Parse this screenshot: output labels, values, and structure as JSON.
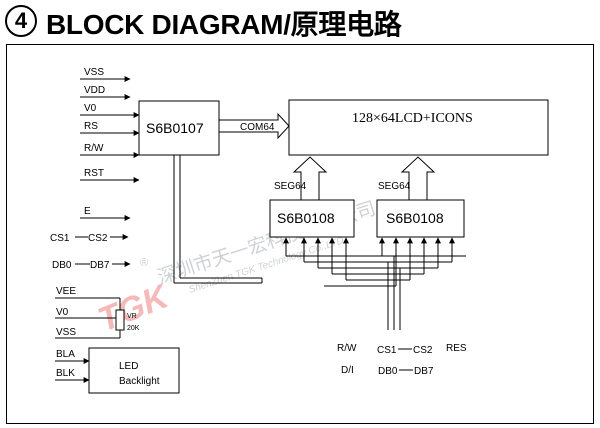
{
  "header": {
    "number": "4",
    "title": "BLOCK DIAGRAM/原理电路"
  },
  "signals": {
    "vss": "VSS",
    "vdd": "VDD",
    "v0": "V0",
    "rs": "RS",
    "rw": "R/W",
    "rst": "RST",
    "e": "E",
    "cs1": "CS1",
    "cs2": "CS2",
    "db0": "DB0",
    "db7": "DB7"
  },
  "power": {
    "vee": "VEE",
    "v0": "V0",
    "vss": "VSS",
    "vr": "VR",
    "vr_value": "20K"
  },
  "backlight": {
    "bla": "BLA",
    "blk": "BLK",
    "line1": "LED",
    "line2": "Backlight"
  },
  "blocks": {
    "controller": "S6B0107",
    "driver_left": "S6B0108",
    "driver_right": "S6B0108",
    "lcd": "128×64LCD+ICONS",
    "com_label": "COM64",
    "seg_left": "SEG64",
    "seg_right": "SEG64"
  },
  "bus_labels": {
    "rw": "R/W",
    "di": "D/I",
    "cs1": "CS1",
    "cs2": "CS2",
    "res": "RES",
    "db0": "DB0",
    "db7": "DB7"
  },
  "watermark": {
    "logo": "TGK",
    "registered": "®",
    "cn": "深圳市天一宏科技有限公司",
    "en": "ShenZhen TGK Technology Co.,LTD"
  }
}
